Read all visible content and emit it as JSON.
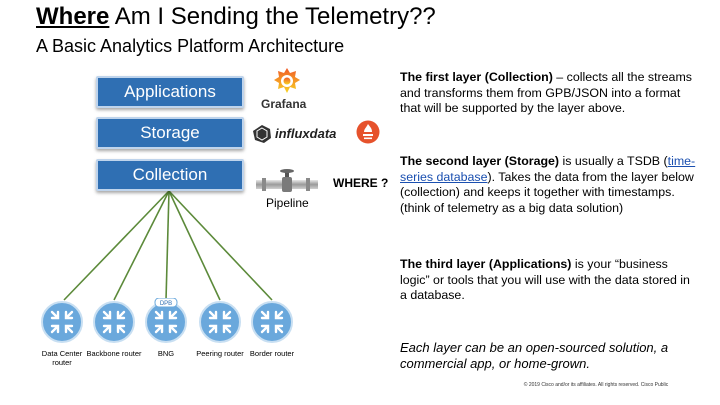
{
  "header": {
    "title_underlined": "Where",
    "title_rest": " Am I Sending the Telemetry??",
    "subtitle": "A Basic Analytics Platform Architecture"
  },
  "layers": {
    "applications": "Applications",
    "storage": "Storage",
    "collection": "Collection"
  },
  "logos": {
    "grafana": "Grafana",
    "influx": "influxdata"
  },
  "pipeline_label": "Pipeline",
  "where_label": "WHERE ?",
  "paragraphs": {
    "p1_bold": "The first layer (Collection)",
    "p1_rest": " – collects all the streams and transforms them from GPB/JSON into a format that will be supported by the layer above.",
    "p2_bold": "The second layer (Storage)",
    "p2_mid": " is usually a TSDB (",
    "p2_link": "time-series database",
    "p2_rest": "). Takes the data from the layer below (collection) and keeps it together with timestamps. (think of telemetry as a big data solution)",
    "p3_bold": "The third layer (Applications)",
    "p3_rest": " is your “business logic” or tools that you will use with the data stored in a database.",
    "p4": "Each layer can be an open-sourced solution, a commercial app, or home-grown."
  },
  "routers": [
    {
      "label": "Data Center router"
    },
    {
      "label": "Backbone router"
    },
    {
      "label": "BNG"
    },
    {
      "label": "Peering router"
    },
    {
      "label": "Border router"
    }
  ],
  "router_badge": "DPB",
  "copyright": "© 2019 Cisco and/or its affiliates. All rights reserved. Cisco Public",
  "colors": {
    "layer_blue": "#2f6fb3",
    "router_blue": "#6aa8dc",
    "line_green": "#5c8a3a",
    "link_blue": "#1a4fb0"
  }
}
